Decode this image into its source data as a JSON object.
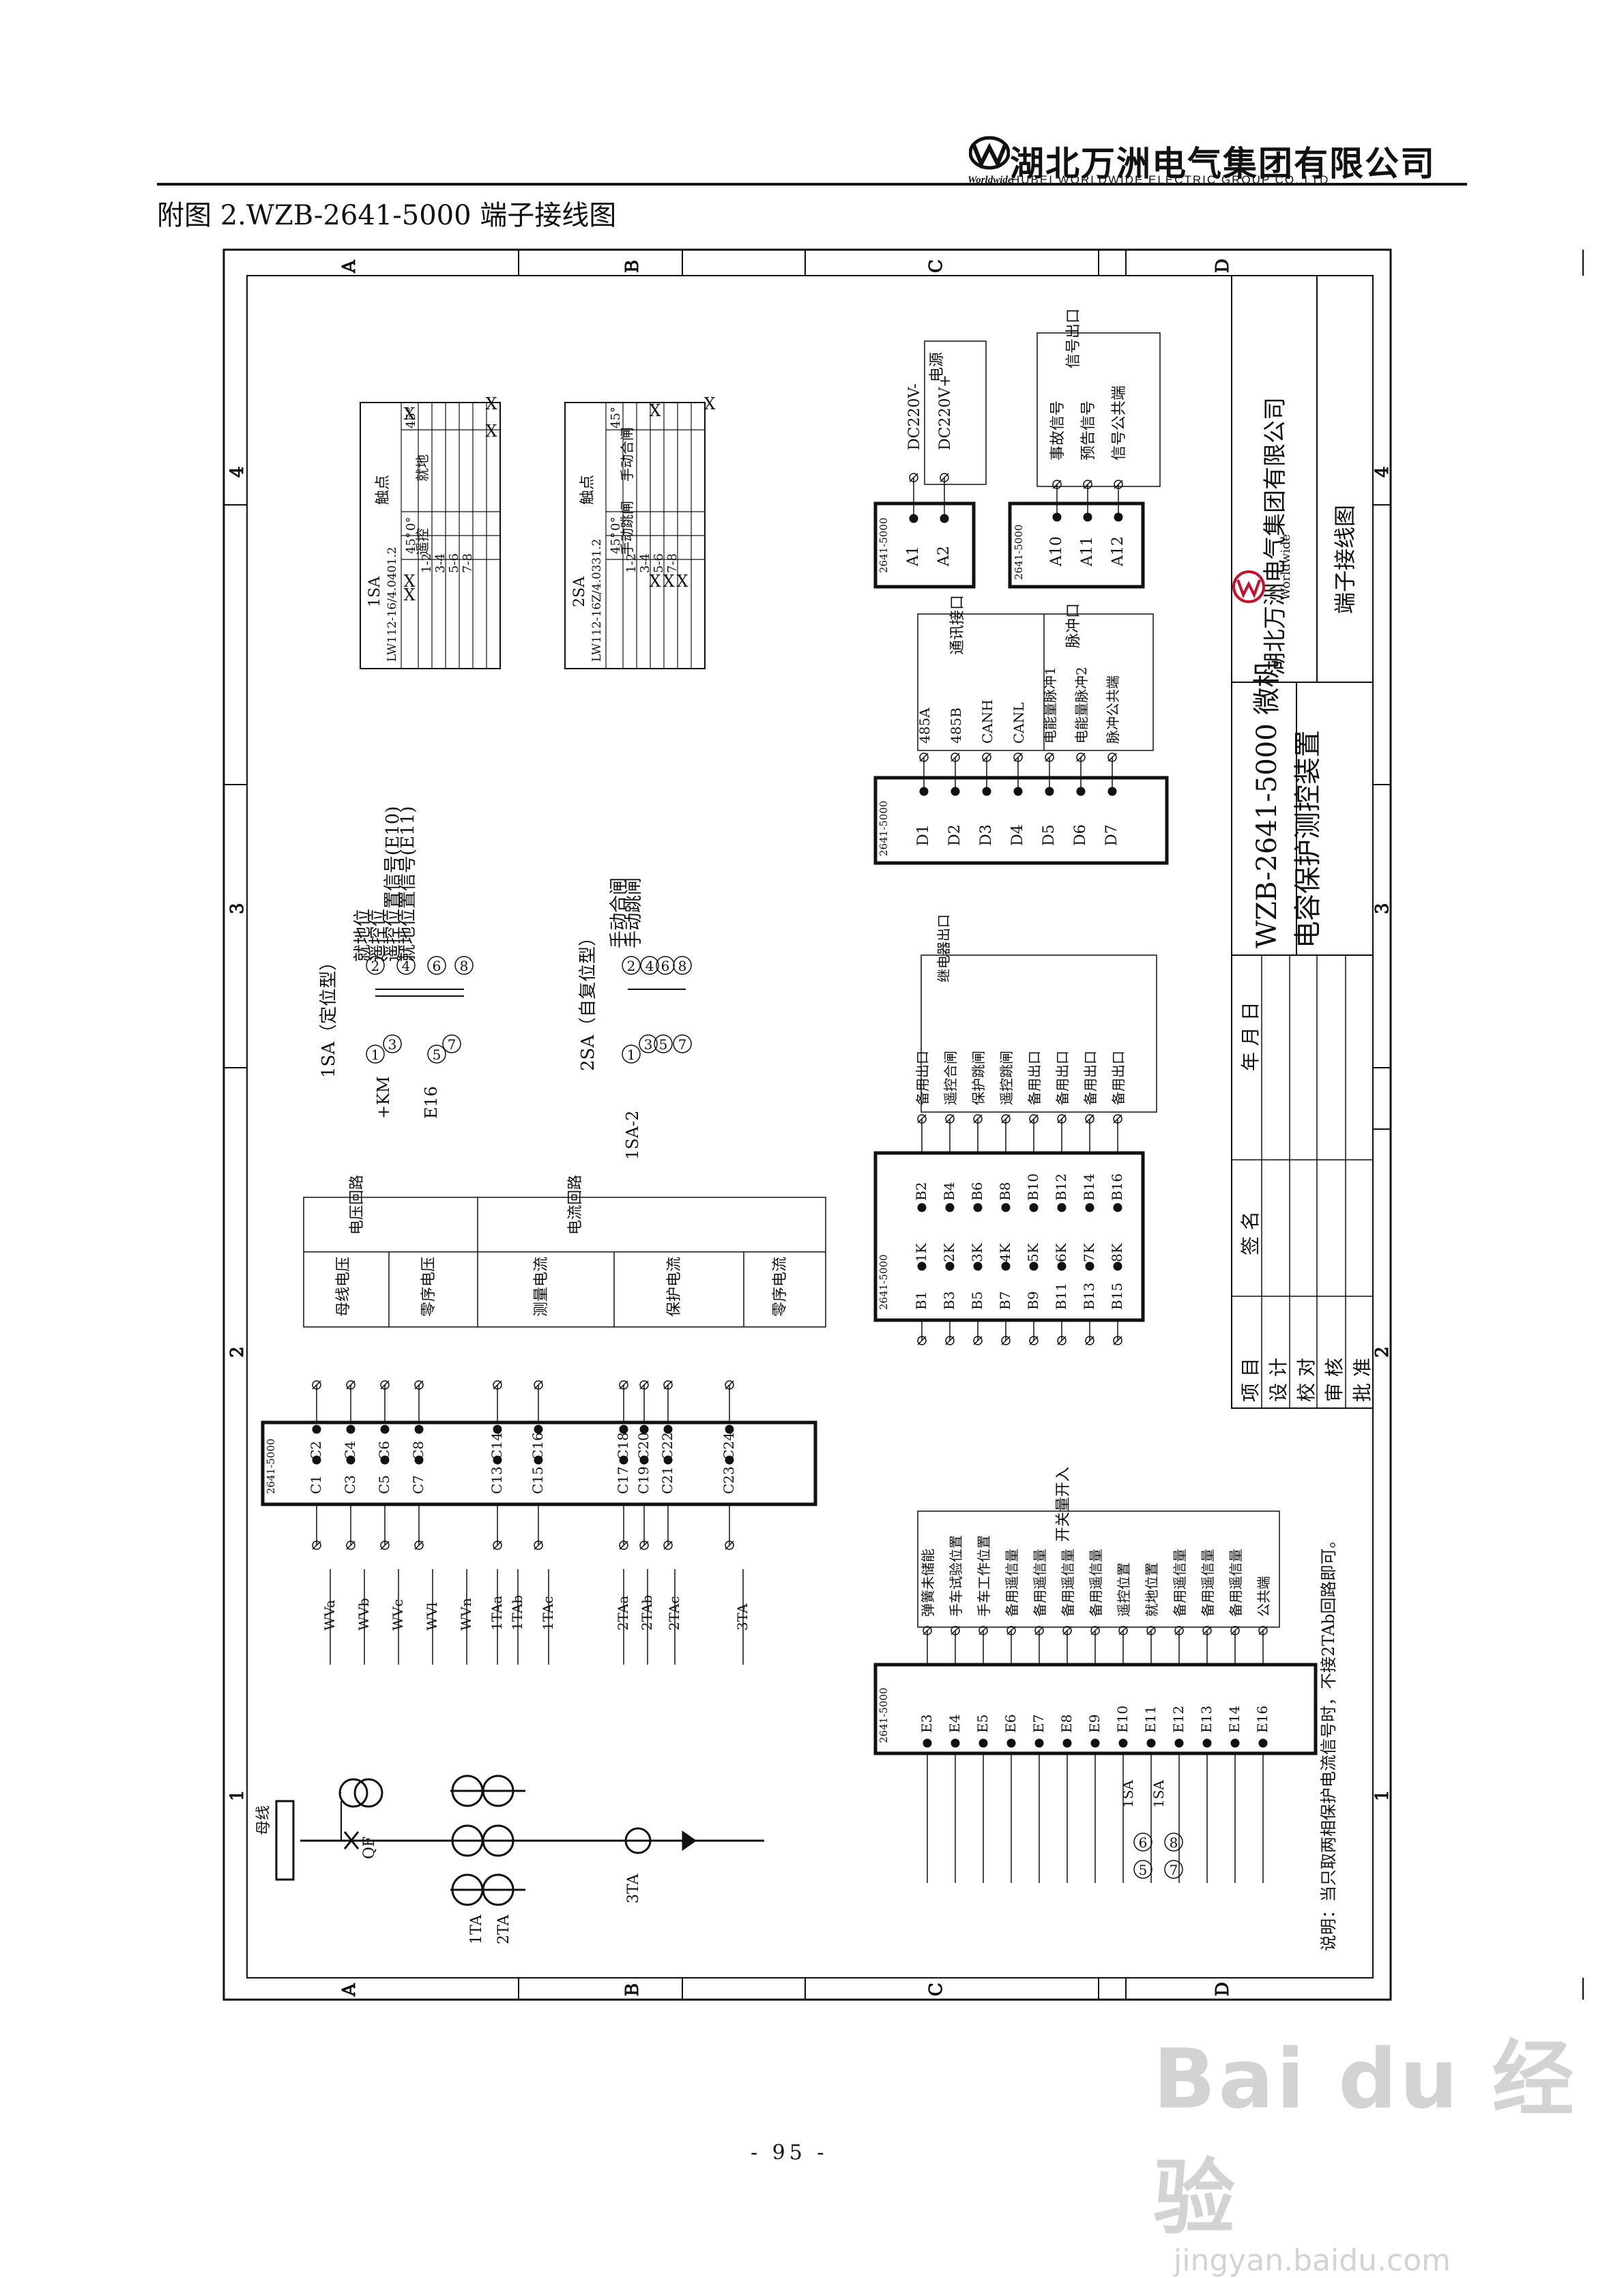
{
  "header": {
    "company_cn": "湖北万洲电气集团有限公司",
    "company_en": "HUBEI WORLDWIDE ELECTRIC GROUP CO.,LTD",
    "brand": "Worldwide"
  },
  "doc_title": "附图 2.WZB-2641-5000 端子接线图",
  "page_number": "- 95 -",
  "drawing": {
    "zones_letters": [
      "A",
      "B",
      "C",
      "D"
    ],
    "zones_numbers": [
      "1",
      "2",
      "3",
      "4"
    ],
    "title_block": {
      "company": "湖北万洲电气集团有限公司",
      "product_line1": "WZB-2641-5000 微机",
      "product_line2": "电容保护测控装置",
      "sheet_name": "端子接线图",
      "brand": "Worldwide",
      "rows": [
        "项 目",
        "设 计",
        "校 对",
        "审 核",
        "批 准"
      ],
      "sign": "签 名",
      "date": "年 月 日"
    },
    "sw1": {
      "name": "1SA",
      "model": "LW112-16/4.0401.2",
      "contact": "触点",
      "head_left": "45°",
      "head_mid": "0°",
      "head_right": "45°",
      "label_left": "遥控",
      "label_right": "就地",
      "rows": [
        "1-2",
        "3-4",
        "5-6",
        "7-8"
      ],
      "diagram_title": "1SA（定位型）",
      "diagram_labels": [
        "就地位",
        "遥控位",
        "遥控位置信号(E10)",
        "就地位置信号(E11)"
      ],
      "inputs": [
        "+KM",
        "E16"
      ]
    },
    "sw2": {
      "name": "2SA",
      "model": "LW112-16Z/4.0331.2",
      "contact": "触点",
      "head_left": "45°",
      "head_mid": "0°",
      "head_right": "45°",
      "label_left": "手动跳闸",
      "label_right": "手动合闸",
      "rows": [
        "1-2",
        "3-4",
        "5-6",
        "7-8"
      ],
      "diagram_title": "2SA（自复位型）",
      "diagram_labels": [
        "手动合闸",
        "手动跳闸"
      ],
      "inputs": [
        "1SA-2"
      ]
    },
    "module_tag": "2641-5000",
    "module_x": "X",
    "A": {
      "terms": [
        "A1",
        "A2"
      ],
      "labels": [
        "DC220V-",
        "DC220V+"
      ],
      "group": "电源"
    },
    "A2blk": {
      "terms": [
        "A10",
        "A11",
        "A12"
      ],
      "labels": [
        "事故信号",
        "预告信号",
        "信号公共端"
      ],
      "group": "信号出口"
    },
    "D": {
      "terms": [
        "D1",
        "D2",
        "D3",
        "D4",
        "D5",
        "D6",
        "D7"
      ],
      "labels": [
        "485A",
        "485B",
        "CANH",
        "CANL",
        "电能量脉冲1",
        "电能量脉冲2",
        "脉冲公共端"
      ],
      "group1": "通讯接口",
      "group2": "脉冲口"
    },
    "B": {
      "left": [
        "B1",
        "B3",
        "B5",
        "B7",
        "B9",
        "B11",
        "B13",
        "B15"
      ],
      "mid": [
        "1K",
        "2K",
        "3K",
        "4K",
        "5K",
        "6K",
        "7K",
        "8K"
      ],
      "right": [
        "B2",
        "B4",
        "B6",
        "B8",
        "B10",
        "B12",
        "B14",
        "B16"
      ],
      "labels": [
        "备用出口",
        "遥控合闸",
        "保护跳闸",
        "遥控跳闸",
        "备用出口",
        "备用出口",
        "备用出口",
        "备用出口"
      ],
      "group": "继电器出口"
    },
    "C": {
      "bot": [
        "C1",
        "C3",
        "C5",
        "C7",
        "C13",
        "C15",
        "C17",
        "C19",
        "C21",
        "C23"
      ],
      "top": [
        "C2",
        "C4",
        "C6",
        "C8",
        "C14",
        "C16",
        "C18",
        "C20",
        "C22",
        "C24"
      ],
      "inputs": [
        "WVa",
        "WVb",
        "WVc",
        "WVl",
        "WVn",
        "1TAa",
        "1TAb",
        "1TAc",
        "2TAa",
        "2TAb",
        "2TAc",
        "3TA"
      ],
      "groups": [
        "母线电压",
        "零序电压",
        "测量电流",
        "保护电流",
        "零序电流"
      ],
      "cat_v": "电压回路",
      "cat_i": "电流回路"
    },
    "E": {
      "terms": [
        "E3",
        "E4",
        "E5",
        "E6",
        "E7",
        "E8",
        "E9",
        "E10",
        "E11",
        "E12",
        "E13",
        "E14",
        "E16"
      ],
      "labels": [
        "弹簧未储能",
        "手车试验位置",
        "手车工作位置",
        "备用遥信量",
        "备用遥信量",
        "备用遥信量",
        "备用遥信量",
        "遥控位置",
        "就地位置",
        "备用遥信量",
        "备用遥信量",
        "备用遥信量",
        "公共端"
      ],
      "group": "开关量开入",
      "sa_refs": [
        "1SA",
        "1SA"
      ],
      "sa_nums": [
        "5",
        "6",
        "7",
        "8"
      ]
    },
    "oneline": {
      "bus": "母线",
      "qf": "QF",
      "cts": [
        "1TA",
        "2TA",
        "3TA"
      ]
    },
    "note": "说明：当只取两相保护电流信号时，不接2TAb回路即可。"
  },
  "watermark": {
    "big": "Bai du 经验",
    "small": "jingyan.baidu.com"
  },
  "colors": {
    "ink": "#111111",
    "logo_red": "#c8102e",
    "watermark": "#d3d3d3"
  }
}
